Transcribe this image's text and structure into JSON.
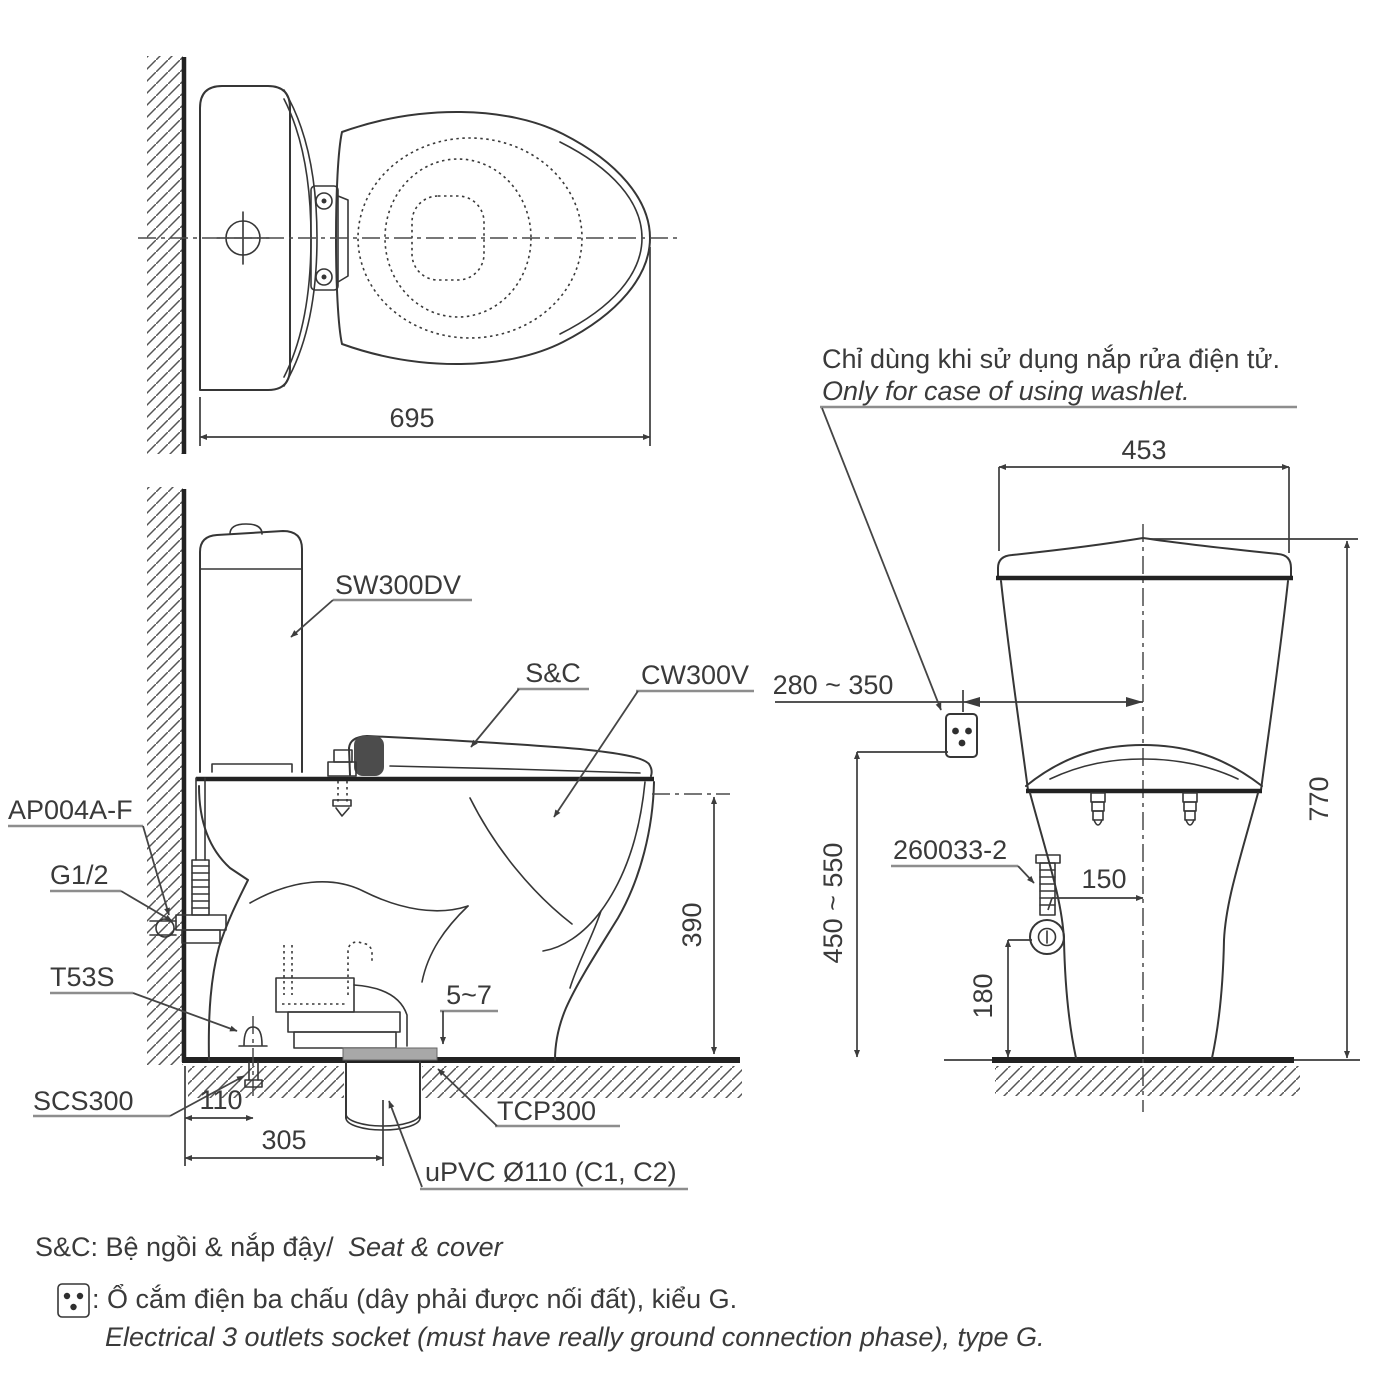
{
  "notes": {
    "washlet_vi": "Chỉ dùng khi sử dụng nắp rửa điện tử.",
    "washlet_en": "Only for case of using washlet."
  },
  "part_labels": {
    "tank": "SW300DV",
    "seat_cover": "S&C",
    "bowl": "CW300V",
    "angle_valve": "AP004A-F",
    "thread": "G1/2",
    "t53s": "T53S",
    "floor_fixing": "SCS300",
    "gasket": "TCP300",
    "drain_pipe": "uPVC Ø110 (C1, C2)",
    "supply_hose": "260033-2"
  },
  "dimensions": {
    "top_depth": "695",
    "bowl_height": "390",
    "floor_gap": "5~7",
    "bolt_offset": "110",
    "drain_offset": "305",
    "tank_width": "453",
    "total_height": "770",
    "socket_offset": "280 ~ 350",
    "socket_height": "450 ~ 550",
    "supply_offset": "150",
    "supply_height": "180"
  },
  "legend": {
    "seat_cover_vi": "S&C: Bệ ngồi & nắp đậy/",
    "seat_cover_en": "Seat & cover",
    "socket_vi": ": Ổ cắm điện ba chấu (dây phải được nối đất), kiểu G.",
    "socket_en": "Electrical 3 outlets socket (must have really ground connection phase), type G."
  },
  "colors": {
    "line": "#363636",
    "dim_text": "#3a3a3a",
    "underline": "#8d8d8d",
    "gasket_gray": "#a8a8a8",
    "background": "#ffffff"
  }
}
